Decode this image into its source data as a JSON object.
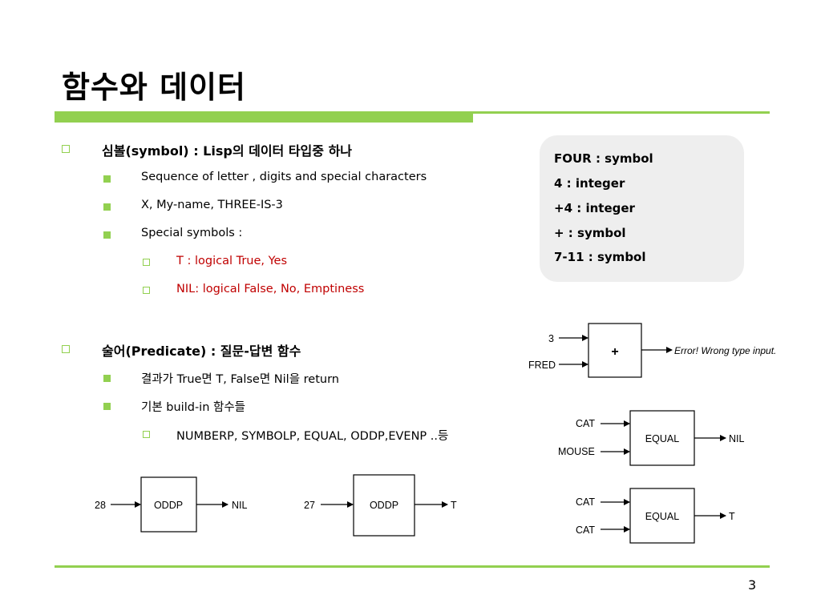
{
  "slide": {
    "title": "함수와 데이터",
    "page_number": "3"
  },
  "bullets": {
    "symbol_heading": "심볼(symbol) : Lisp의 데이터 타입중 하나",
    "symbol_items": [
      "Sequence of letter , digits and special characters",
      "X, My-name,  THREE-IS-3",
      "Special symbols :"
    ],
    "special_symbols": [
      "T :  logical True,  Yes",
      "NIL: logical False, No, Emptiness"
    ],
    "predicate_heading": "술어(Predicate) : 질문-답변 함수",
    "predicate_items": [
      "결과가 True면 T,  False면 Nil을 return",
      "기본 build-in 함수들"
    ],
    "predicate_sub": [
      "NUMBERP, SYMBOLP, EQUAL, ODDP,EVENP ..등"
    ]
  },
  "infobox": {
    "lines": [
      "FOUR : symbol",
      "4 : integer",
      "+4 :  integer",
      "+ : symbol",
      "7-11 : symbol"
    ]
  },
  "diagrams": {
    "plus": {
      "inputs": [
        "3",
        "FRED"
      ],
      "op": "+",
      "output": "Error!  Wrong type input."
    },
    "equal1": {
      "inputs": [
        "CAT",
        "MOUSE"
      ],
      "op": "EQUAL",
      "output": "NIL"
    },
    "equal2": {
      "inputs": [
        "CAT",
        "CAT"
      ],
      "op": "EQUAL",
      "output": "T"
    },
    "oddp1": {
      "input": "28",
      "op": "ODDP",
      "output": "NIL"
    },
    "oddp2": {
      "input": "27",
      "op": "ODDP",
      "output": "T"
    }
  },
  "colors": {
    "accent_green": "#92d050",
    "highlight_red": "#c00000",
    "infobox_bg": "#eeeeee"
  }
}
